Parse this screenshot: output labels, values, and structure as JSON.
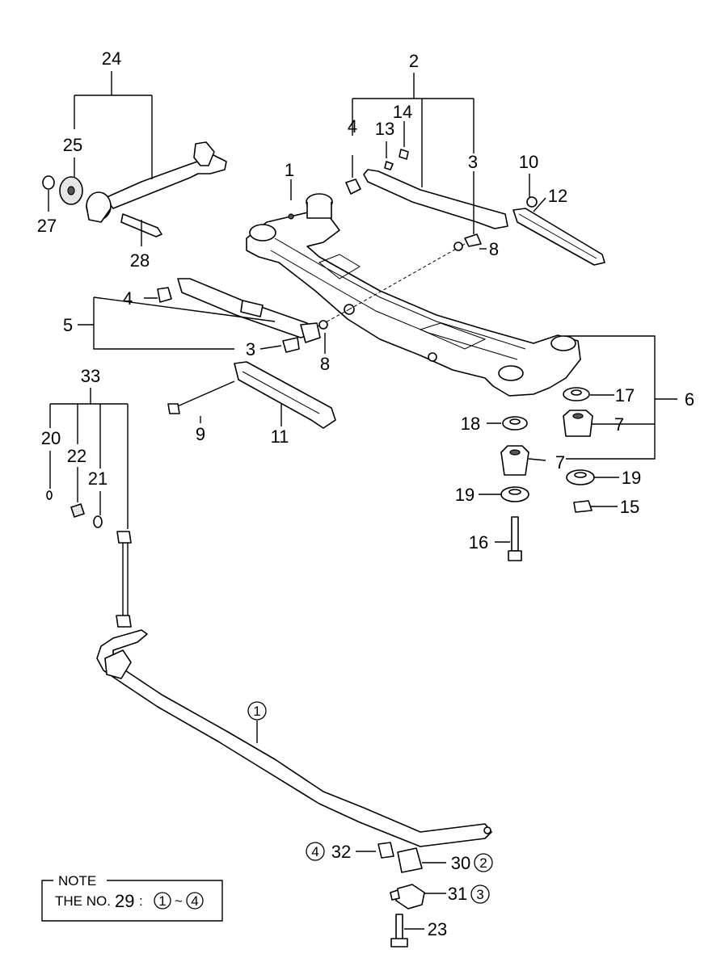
{
  "labels": {
    "l1": "1",
    "l2": "2",
    "l3a": "3",
    "l3b": "3",
    "l4a": "4",
    "l4b": "4",
    "l5": "5",
    "l6": "6",
    "l7a": "7",
    "l7b": "7",
    "l8a": "8",
    "l8b": "8",
    "l9": "9",
    "l10": "10",
    "l11": "11",
    "l12": "12",
    "l13": "13",
    "l14": "14",
    "l15": "15",
    "l16": "16",
    "l17": "17",
    "l18": "18",
    "l19a": "19",
    "l19b": "19",
    "l20": "20",
    "l21": "21",
    "l22": "22",
    "l23": "23",
    "l24": "24",
    "l25": "25",
    "l27": "27",
    "l28": "28",
    "l30": "30",
    "l31": "31",
    "l32": "32",
    "l33": "33",
    "c1": "1",
    "c2": "2",
    "c3": "3",
    "c4": "4"
  },
  "note": {
    "title": "NOTE",
    "prefix": "THE NO.",
    "num": "29",
    "colon": " : ",
    "from": "1",
    "tilde": "~",
    "to": "4"
  }
}
